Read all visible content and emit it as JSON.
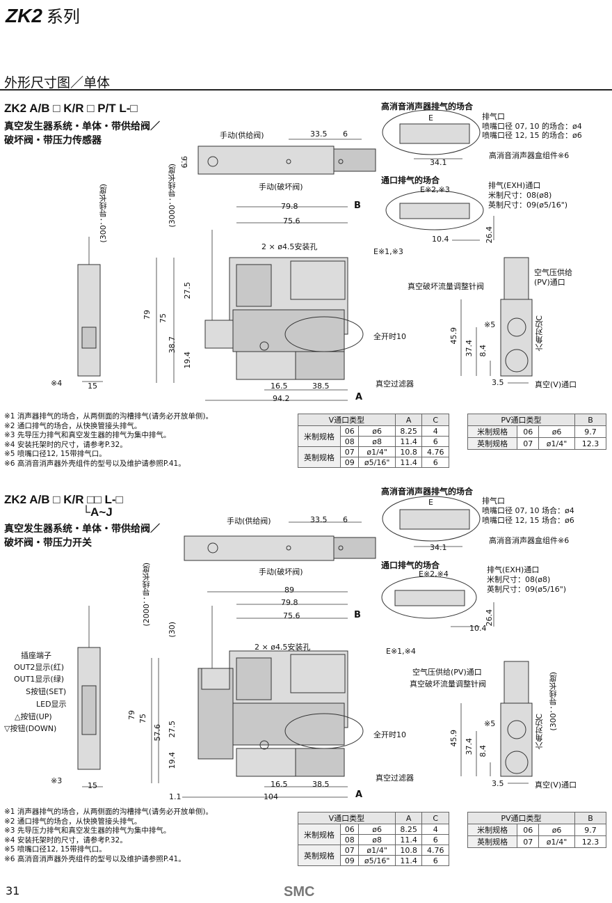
{
  "header": {
    "series": "ZK2",
    "series_cn": "系列"
  },
  "section": {
    "title": "外形尺寸图／单体"
  },
  "top": {
    "model_prefix": "ZK2",
    "model_suffix": "L-□",
    "model_sel": "A/B □ K/R □ P/T",
    "desc1": "真空发生器系统・单体・带供给阀／",
    "desc2": "破坏阀・带压力传感器",
    "labels": {
      "manual_supply": "手动(供给阀)",
      "manual_break": "手动(破坏阀)",
      "d33_5": "33.5",
      "d6": "6",
      "d9_9": "9.9",
      "lead_3000": "(3000：导线长度)",
      "lead_300": "(300：导线长度)",
      "d79_8": "79.8",
      "d75_6": "75.6",
      "B": "B",
      "A": "A",
      "holes": "2 × ø4.5安装孔",
      "E13": "E※1,※3",
      "d79": "79",
      "d75": "75",
      "d27_5": "27.5",
      "d38_7": "38.7",
      "d19_4": "19.4",
      "d16_5": "16.5",
      "d38_5": "38.5",
      "d94_2": "94.2",
      "d15": "15",
      "n4": "※4",
      "full_open": "全开时10",
      "filter": "真空过滤器"
    },
    "hs_title": "高消音消声器排气的场合",
    "hs_E": "E",
    "hs_exh": "排气口",
    "hs_l1": "喷嘴口径 07, 10 的场合：ø4",
    "hs_l2": "喷嘴口径 12, 15 的场合：ø6",
    "hs_d": "34.1",
    "hs_box": "高消音消声器盒组件※6",
    "pe_title": "通口排气的场合",
    "pe_E": "E※2,※3",
    "pe_exh": "排气(EXH)通口",
    "pe_m": "米制尺寸：08(ø8)",
    "pe_i": "英制尺寸：09(ø5/16\")",
    "pe_d26": "26.4",
    "pe_d10": "10.4",
    "side": {
      "pv": "空气压供给",
      "pv2": "(PV)通口",
      "needle": "真空破坏流量调整针阀",
      "n5": "※5",
      "hex": "六角对边C",
      "d45_9": "45.9",
      "d37_4": "37.4",
      "d8_4": "8.4",
      "d3_5": "3.5",
      "v": "真空(V)通口"
    }
  },
  "notes_top": [
    "※1  消声器排气的场合，从两侧面的沟槽排气(请务必开放单侧)。",
    "※2  通口排气的场合，从快换管接头排气。",
    "※3  先导压力排气和真空发生器的排气为集中排气。",
    "※4  安装托架时的尺寸，请参考P.32。",
    "※5  喷嘴口径12, 15带排气口。",
    "※6  高消音消声器外壳组件的型号以及维护请参照P.41。"
  ],
  "vtable": {
    "headers": [
      "V通口类型",
      "A",
      "C"
    ],
    "groups": [
      {
        "name": "米制规格",
        "rows": [
          [
            "06",
            "ø6",
            "8.25",
            "4"
          ],
          [
            "08",
            "ø8",
            "11.4",
            "6"
          ]
        ]
      },
      {
        "name": "英制规格",
        "rows": [
          [
            "07",
            "ø1/4\"",
            "10.8",
            "4.76"
          ],
          [
            "09",
            "ø5/16\"",
            "11.4",
            "6"
          ]
        ]
      }
    ]
  },
  "pvtable": {
    "headers": [
      "PV通口类型",
      "B"
    ],
    "rows": [
      [
        "米制规格",
        "06",
        "ø6",
        "9.7"
      ],
      [
        "英制规格",
        "07",
        "ø1/4\"",
        "12.3"
      ]
    ]
  },
  "bottom": {
    "model_prefix": "ZK2",
    "model_suffix": "L-□",
    "model_suffix2": "A~J",
    "model_sel": "A/B □ K/R □□",
    "desc1": "真空发生器系统・单体・带供给阀／",
    "desc2": "破坏阀・带压力开关",
    "labels": {
      "manual_supply": "手动(供给阀)",
      "manual_break": "手动(破坏阀)",
      "d33_5": "33.5",
      "d6": "6",
      "lead_2000": "(2000：导线长度)",
      "d30": "(30)",
      "d89": "89",
      "d79_8": "79.8",
      "d75_6": "75.6",
      "B": "B",
      "A": "A",
      "holes": "2 × ø4.5安装孔",
      "E14": "E※1,※4",
      "plug": "插座端子",
      "out2": "OUT2显示(红)",
      "out1": "OUT1显示(绿)",
      "set": "S按钮(SET)",
      "led": "LED显示",
      "up": "△按钮(UP)",
      "down": "▽按钮(DOWN)",
      "d79": "79",
      "d75": "75",
      "d57_6": "57.6",
      "d27_5": "27.5",
      "d19_4": "19.4",
      "n3": "※3",
      "d15": "15",
      "d1_1": "1.1",
      "d16_5": "16.5",
      "d38_5": "38.5",
      "d104": "104",
      "full_open": "全开时10",
      "filter": "真空过滤器"
    },
    "hs_title": "高消音消声器排气的场合",
    "hs_E": "E",
    "hs_exh": "排气口",
    "hs_l1": "喷嘴口径 07, 10 场合：ø4",
    "hs_l2": "喷嘴口径 12, 15 场合：ø6",
    "hs_d": "34.1",
    "hs_box": "高消音消声器盒组件※6",
    "pe_title": "通口排气的场合",
    "pe_E": "E※2,※4",
    "pe_exh": "排气(EXH)通口",
    "pe_m": "米制尺寸：08(ø8)",
    "pe_i": "英制尺寸：09(ø5/16\")",
    "pe_d26": "26.4",
    "pe_d10": "10.4",
    "side": {
      "pv": "空气压供给(PV)通口",
      "needle": "真空破坏流量调整针阀",
      "lead300": "(300：导线长度)",
      "n5": "※5",
      "hex": "六角对边C",
      "d45_9": "45.9",
      "d37_4": "37.4",
      "d8_4": "8.4",
      "d3_5": "3.5",
      "v": "真空(V)通口"
    }
  },
  "notes_bottom": [
    "※1  消声器排气的场合，从两侧面的沟槽排气(请务必开放单侧)。",
    "※2  通口排气的场合，从快换管接头排气。",
    "※3  先导压力排气和真空发生器的排气为集中排气。",
    "※4  安装托架时的尺寸，请参考P.32。",
    "※5  喷嘴口径12, 15带排气口。",
    "※6  高消音消声器外壳组件的型号以及维护请参照P.41。"
  ],
  "footer": {
    "page": "31",
    "logo": "SMC"
  }
}
